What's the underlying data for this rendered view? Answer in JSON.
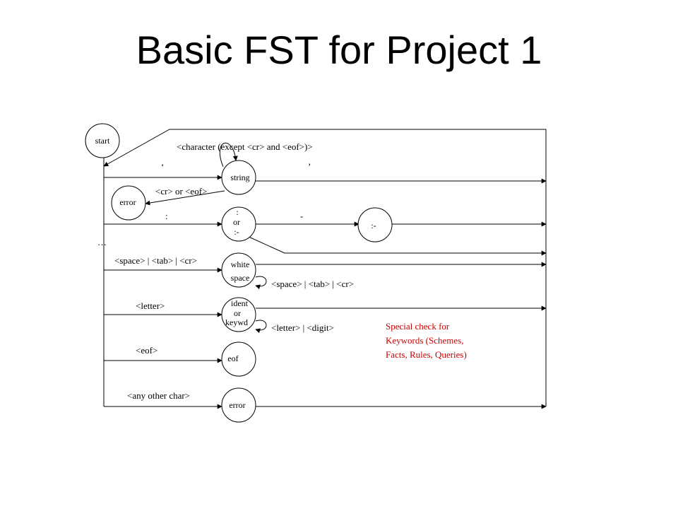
{
  "slide": {
    "title": "Basic FST for Project 1"
  },
  "diagram": {
    "nodes": {
      "start": "start",
      "string": "string",
      "error_top": "error",
      "colon_line1": ":",
      "colon_line2": "or",
      "colon_line3": ":-",
      "colon_dash": ":-",
      "white_line1": "white",
      "white_line2": "space",
      "ident_line1": "ident",
      "ident_line2": "or",
      "ident_line3": "keywd",
      "eof": "eof",
      "error_bottom": "error"
    },
    "edge_labels": {
      "quote_open": "‘",
      "quote_close": "’",
      "string_loop": "<character (except <cr> and <eof>)>",
      "cr_or_eof": "<cr> or <eof>",
      "colon": ":",
      "dash": "-",
      "ellipsis": "…",
      "whitespace_in": "<space> | <tab> | <cr>",
      "whitespace_loop": "<space> | <tab> | <cr>",
      "letter": "<letter>",
      "ident_loop": "<letter> | <digit>",
      "eof_edge": "<eof>",
      "any_other": "<any other char>"
    },
    "note": {
      "line1": "Special check for",
      "line2": "Keywords (Schemes,",
      "line3": "Facts, Rules, Queries)",
      "color": "#cc0000"
    }
  }
}
